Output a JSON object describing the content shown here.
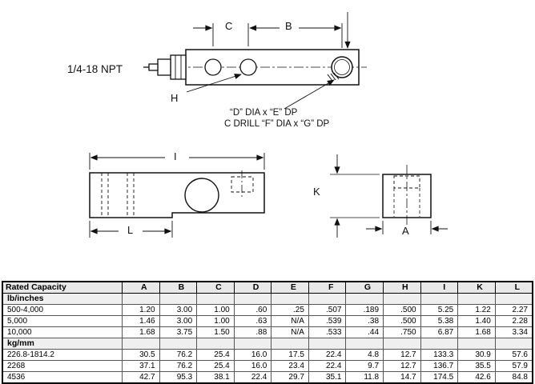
{
  "drawing": {
    "npt": "1/4-18 NPT",
    "c": "C",
    "b": "B",
    "h": "H",
    "note1": "“D” DIA x “E” DP",
    "note2": "C DRILL “F” DIA x “G” DP",
    "i": "I",
    "l": "L",
    "k": "K",
    "a": "A"
  },
  "colors": {
    "ink": "#111111"
  },
  "table": {
    "columns": [
      "Rated Capacity",
      "A",
      "B",
      "C",
      "D",
      "E",
      "F",
      "G",
      "H",
      "I",
      "K",
      "L"
    ],
    "sections": [
      {
        "label": "lb/inches",
        "rows": [
          {
            "label": "500-4,000",
            "values": [
              "1.20",
              "3.00",
              "1.00",
              ".60",
              ".25",
              ".507",
              ".189",
              ".500",
              "5.25",
              "1.22",
              "2.27"
            ]
          },
          {
            "label": "5,000",
            "values": [
              "1.46",
              "3.00",
              "1.00",
              ".63",
              "N/A",
              ".539",
              ".38",
              ".500",
              "5.38",
              "1.40",
              "2.28"
            ]
          },
          {
            "label": "10,000",
            "values": [
              "1.68",
              "3.75",
              "1.50",
              ".88",
              "N/A",
              ".533",
              ".44",
              ".750",
              "6.87",
              "1.68",
              "3.34"
            ]
          }
        ]
      },
      {
        "label": "kg/mm",
        "rows": [
          {
            "label": "226.8-1814.2",
            "values": [
              "30.5",
              "76.2",
              "25.4",
              "16.0",
              "17.5",
              "22.4",
              "4.8",
              "12.7",
              "133.3",
              "30.9",
              "57.6"
            ]
          },
          {
            "label": "2268",
            "values": [
              "37.1",
              "76.2",
              "25.4",
              "16.0",
              "23.4",
              "22.4",
              "9.7",
              "12.7",
              "136.7",
              "35.5",
              "57.9"
            ]
          },
          {
            "label": "4536",
            "values": [
              "42.7",
              "95.3",
              "38.1",
              "22.4",
              "29.7",
              "35.1",
              "11.8",
              "14.7",
              "174.5",
              "42.6",
              "84.8"
            ]
          }
        ]
      }
    ]
  }
}
